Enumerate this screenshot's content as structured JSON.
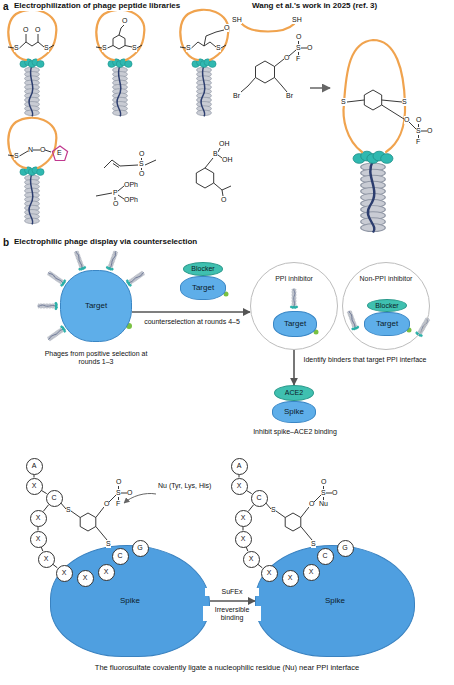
{
  "diagram": {
    "nodes": [
      {
        "text": [
          "Target"
        ]
      },
      {
        "text": [
          "Blocker"
        ]
      },
      {
        "text": [
          "Target"
        ]
      },
      {
        "text": [
          "PPI inhibitor"
        ]
      },
      {
        "text": [
          "Target"
        ],
        "in": 3
      },
      {
        "text": [
          "Non-PPI inhibitor"
        ]
      },
      {
        "text": [
          "Blocker"
        ],
        "in": 5
      },
      {
        "text": [
          "Target"
        ],
        "in": 5
      },
      {
        "text": [
          "ACE2"
        ]
      },
      {
        "text": [
          "Spike"
        ]
      },
      {
        "text": [
          "Spike"
        ]
      },
      {
        "text": [
          "A"
        ]
      },
      {
        "text": [
          "X"
        ]
      },
      {
        "text": [
          "C"
        ]
      },
      {
        "text": [
          "X"
        ]
      },
      {
        "text": [
          "X"
        ]
      },
      {
        "text": [
          "X"
        ]
      },
      {
        "text": [
          "X"
        ]
      },
      {
        "text": [
          "X"
        ]
      },
      {
        "text": [
          "X"
        ]
      },
      {
        "text": [
          "C"
        ]
      },
      {
        "text": [
          "G"
        ]
      },
      {
        "text": [
          "Spike"
        ]
      },
      {
        "text": [
          "A"
        ]
      },
      {
        "text": [
          "X"
        ]
      },
      {
        "text": [
          "C"
        ]
      },
      {
        "text": [
          "X"
        ]
      },
      {
        "text": [
          "X"
        ]
      },
      {
        "text": [
          "X"
        ]
      },
      {
        "text": [
          "X"
        ]
      },
      {
        "text": [
          "X"
        ]
      },
      {
        "text": [
          "X"
        ]
      },
      {
        "text": [
          "C"
        ]
      },
      {
        "text": [
          "G"
        ]
      }
    ],
    "edges": [
      {
        "from": 0,
        "to": 3,
        "arrow": "to"
      },
      {
        "from": 3,
        "to": 8,
        "arrow": "to"
      },
      {
        "from": 10,
        "to": 22,
        "arrow": "to"
      },
      {
        "from": 11,
        "to": 12,
        "arrow": "none"
      },
      {
        "from": 12,
        "to": 13,
        "arrow": "none"
      },
      {
        "from": 13,
        "to": 14,
        "arrow": "none"
      },
      {
        "from": 14,
        "to": 15,
        "arrow": "none"
      },
      {
        "from": 15,
        "to": 16,
        "arrow": "none"
      },
      {
        "from": 16,
        "to": 17,
        "arrow": "none"
      },
      {
        "from": 17,
        "to": 18,
        "arrow": "none"
      },
      {
        "from": 18,
        "to": 19,
        "arrow": "none"
      },
      {
        "from": 19,
        "to": 20,
        "arrow": "none"
      },
      {
        "from": 20,
        "to": 21,
        "arrow": "none"
      },
      {
        "from": 23,
        "to": 24,
        "arrow": "none"
      },
      {
        "from": 24,
        "to": 25,
        "arrow": "none"
      },
      {
        "from": 25,
        "to": 26,
        "arrow": "none"
      },
      {
        "from": 26,
        "to": 27,
        "arrow": "none"
      },
      {
        "from": 27,
        "to": 28,
        "arrow": "none"
      },
      {
        "from": 28,
        "to": 29,
        "arrow": "none"
      },
      {
        "from": 29,
        "to": 30,
        "arrow": "none"
      },
      {
        "from": 30,
        "to": 31,
        "arrow": "none"
      },
      {
        "from": 31,
        "to": 32,
        "arrow": "none"
      },
      {
        "from": 32,
        "to": 33,
        "arrow": "none"
      }
    ],
    "labels": [
      "a",
      "Electrophilization of phage peptide libraries",
      "Wang et al.'s work in 2025 (ref. 3)",
      "S",
      "S",
      "O",
      "O",
      "S",
      "S",
      "O",
      "S",
      "S",
      "O",
      "S",
      "N",
      "O",
      "E",
      "S",
      "O",
      "O",
      "P",
      "O",
      "OPh",
      "OPh",
      "B",
      "OH",
      "OH",
      "O",
      "SH",
      "SH",
      "O",
      "S",
      "O",
      "O",
      "F",
      "Br",
      "Br",
      "S",
      "S",
      "O",
      "S",
      "O",
      "O",
      "F",
      "b",
      "Electrophilic phage display via counterselection",
      "Phages from positive selection at rounds 1–3",
      "counterselection at rounds 4–5",
      "Identify binders that target PPI interface",
      "Inhibit spike–ACE2 binding",
      "The fluorosulfate covalently ligate a nucleophilic residue (Nu) near PPI interface",
      "Nu (Tyr, Lys, His)",
      "SuFEx",
      "Irreversible binding",
      "O",
      "S",
      "O",
      "O",
      "F",
      "S",
      "S",
      "O",
      "S",
      "O",
      "O",
      "Nu",
      "S",
      "S"
    ]
  }
}
